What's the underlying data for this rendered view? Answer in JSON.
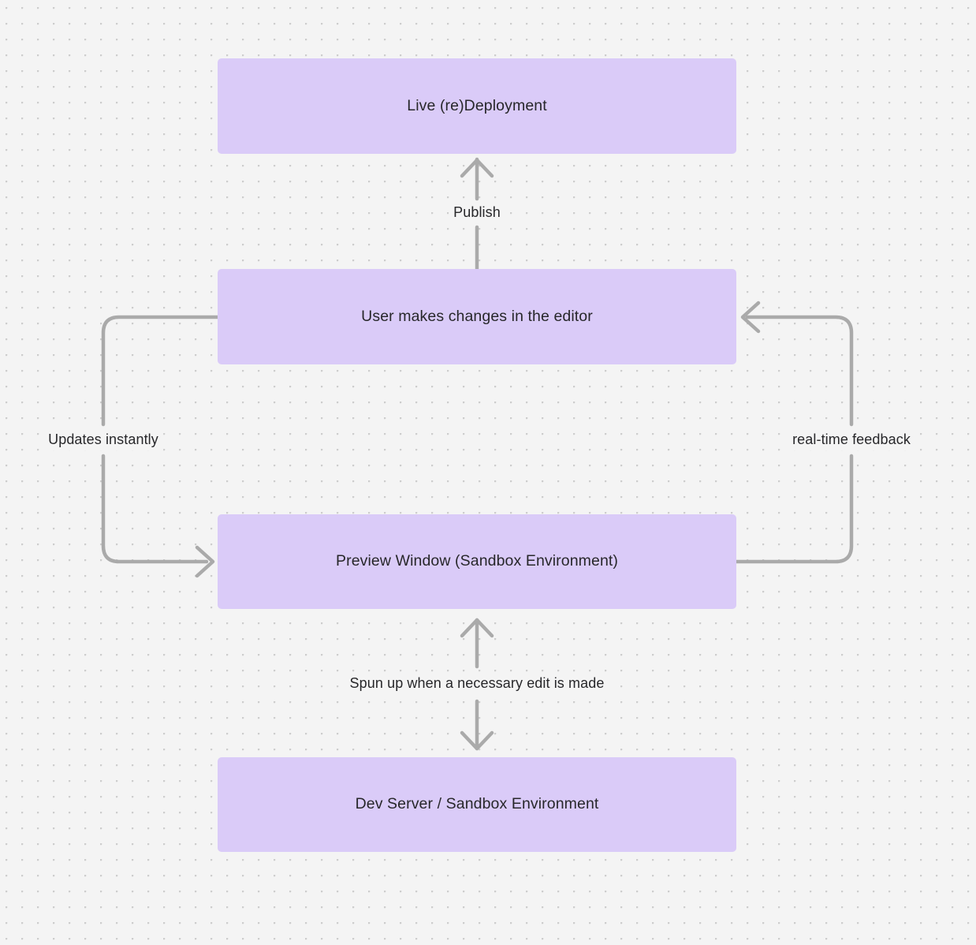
{
  "canvas": {
    "background_color": "#f4f4f4",
    "dot_color": "#cdcdcd",
    "node_fill": "#dacbf8",
    "edge_color": "#aaaaaa",
    "text_color": "#27272a"
  },
  "chart_data": {
    "type": "diagram",
    "title": "",
    "nodes": [
      {
        "id": "live",
        "label": "Live (re)Deployment"
      },
      {
        "id": "user-edits",
        "label": "User makes changes in the editor"
      },
      {
        "id": "preview",
        "label": "Preview Window (Sandbox Environment)"
      },
      {
        "id": "devserver",
        "label": "Dev Server / Sandbox Environment"
      }
    ],
    "edges": [
      {
        "id": "publish",
        "from": "user-edits",
        "to": "live",
        "label": "Publish",
        "direction": "one-way"
      },
      {
        "id": "updates",
        "from": "user-edits",
        "to": "preview",
        "label": "Updates instantly",
        "direction": "one-way"
      },
      {
        "id": "realtime",
        "from": "preview",
        "to": "user-edits",
        "label": "real-time feedback",
        "direction": "one-way"
      },
      {
        "id": "spunup",
        "from": "preview",
        "to": "devserver",
        "label": "Spun up when a necessary edit is made",
        "direction": "two-way"
      }
    ]
  },
  "nodes": {
    "live": {
      "label": "Live (re)Deployment"
    },
    "user_edits": {
      "label": "User makes changes in the editor"
    },
    "preview": {
      "label": "Preview Window (Sandbox Environment)"
    },
    "devserver": {
      "label": "Dev Server / Sandbox Environment"
    }
  },
  "edges": {
    "publish": {
      "label": "Publish"
    },
    "updates": {
      "label": "Updates instantly"
    },
    "realtime": {
      "label": "real-time feedback"
    },
    "spunup": {
      "label": "Spun up when a necessary edit is made"
    }
  }
}
